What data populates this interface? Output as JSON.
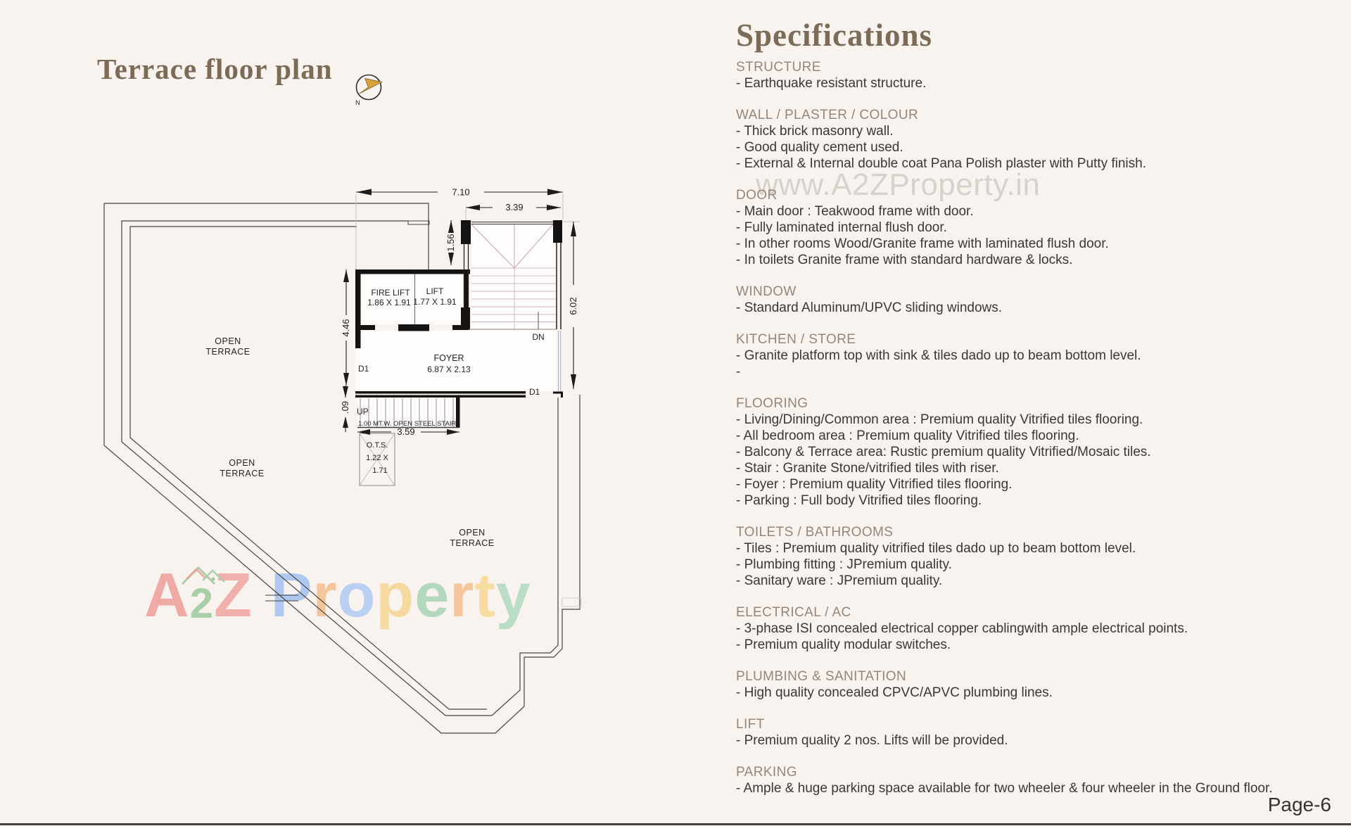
{
  "page": {
    "title": "Terrace floor plan",
    "page_number": "Page-6"
  },
  "watermarks": {
    "url": "www.A2ZProperty.in",
    "brand_letters": [
      {
        "ch": "A",
        "color": "#f0aaa6"
      },
      {
        "ch": "2",
        "color": "#a8cfa8",
        "small": true
      },
      {
        "ch": "Z",
        "color": "#f1b0ab"
      },
      {
        "ch": " "
      },
      {
        "ch": "P",
        "color": "#aec8f0"
      },
      {
        "ch": "r",
        "color": "#f5c69b"
      },
      {
        "ch": "o",
        "color": "#b9d0f2"
      },
      {
        "ch": "p",
        "color": "#f5d99e"
      },
      {
        "ch": "e",
        "color": "#b2d9bd"
      },
      {
        "ch": "r",
        "color": "#f5c69b"
      },
      {
        "ch": "t",
        "color": "#f7dd9f"
      },
      {
        "ch": "y",
        "color": "#b9ddc6"
      }
    ]
  },
  "specs": {
    "title": "Specifications",
    "sections": [
      {
        "heading": "STRUCTURE",
        "items": [
          "- Earthquake resistant structure."
        ]
      },
      {
        "heading": "WALL / PLASTER / COLOUR",
        "items": [
          "- Thick brick masonry wall.",
          "- Good quality cement used.",
          "- External & Internal double coat Pana Polish plaster with Putty finish."
        ]
      },
      {
        "heading": "DOOR",
        "items": [
          "- Main door : Teakwood frame with door.",
          "- Fully laminated internal flush door.",
          "- In other rooms Wood/Granite frame with laminated flush door.",
          "- In toilets Granite frame with standard hardware & locks."
        ]
      },
      {
        "heading": "WINDOW",
        "items": [
          "- Standard Aluminum/UPVC sliding windows."
        ]
      },
      {
        "heading": "KITCHEN / STORE",
        "items": [
          "- Granite platform top with sink & tiles dado up to beam bottom level.",
          "-"
        ]
      },
      {
        "heading": "FLOORING",
        "items": [
          "- Living/Dining/Common area : Premium quality Vitrified tiles flooring.",
          "- All bedroom area : Premium quality Vitrified tiles flooring.",
          "- Balcony & Terrace area: Rustic premium quality Vitrified/Mosaic tiles.",
          "- Stair : Granite Stone/vitrified tiles with riser.",
          "- Foyer : Premium quality Vitrified tiles flooring.",
          "- Parking : Full body Vitrified tiles flooring."
        ]
      },
      {
        "heading": "TOILETS / BATHROOMS",
        "items": [
          "- Tiles : Premium quality vitrified tiles dado up to beam bottom level.",
          "- Plumbing fitting : JPremium quality.",
          "- Sanitary ware : JPremium quality."
        ]
      },
      {
        "heading": "ELECTRICAL / AC",
        "items": [
          "- 3-phase ISI concealed electrical copper cablingwith ample electrical points.",
          "- Premium quality modular switches."
        ]
      },
      {
        "heading": "PLUMBING & SANITATION",
        "items": [
          "- High quality concealed CPVC/APVC plumbing lines."
        ]
      },
      {
        "heading": "LIFT",
        "items": [
          "- Premium quality 2 nos. Lifts will be provided."
        ]
      },
      {
        "heading": "PARKING",
        "items": [
          "- Ample & huge parking space available for two wheeler & four wheeler in the Ground floor."
        ]
      }
    ]
  },
  "plan": {
    "dimensions": {
      "top_width": "7.10",
      "stair_width": "3.39",
      "landing": "1.56",
      "stair_height": "6.02",
      "left_height": "4.46",
      "wall": ".09",
      "steel_stair": "3.59"
    },
    "rooms": {
      "fire_lift_name": "FIRE LIFT",
      "fire_lift_size": "1.86 X 1.91",
      "lift_name": "LIFT",
      "lift_size": "1.77 X 1.91",
      "foyer_name": "FOYER",
      "foyer_size": "6.87 X 2.13",
      "ots_line1": "O.T.S.",
      "ots_line2": "1.22 X",
      "ots_line3": "1.71",
      "terrace_line1": "OPEN",
      "terrace_line2": "TERRACE"
    },
    "annotations": {
      "door": "D1",
      "down": "DN",
      "up": "UP",
      "stair_note": "1.00 MT.W. OPEN STEEL STAIR",
      "north": "N"
    }
  }
}
